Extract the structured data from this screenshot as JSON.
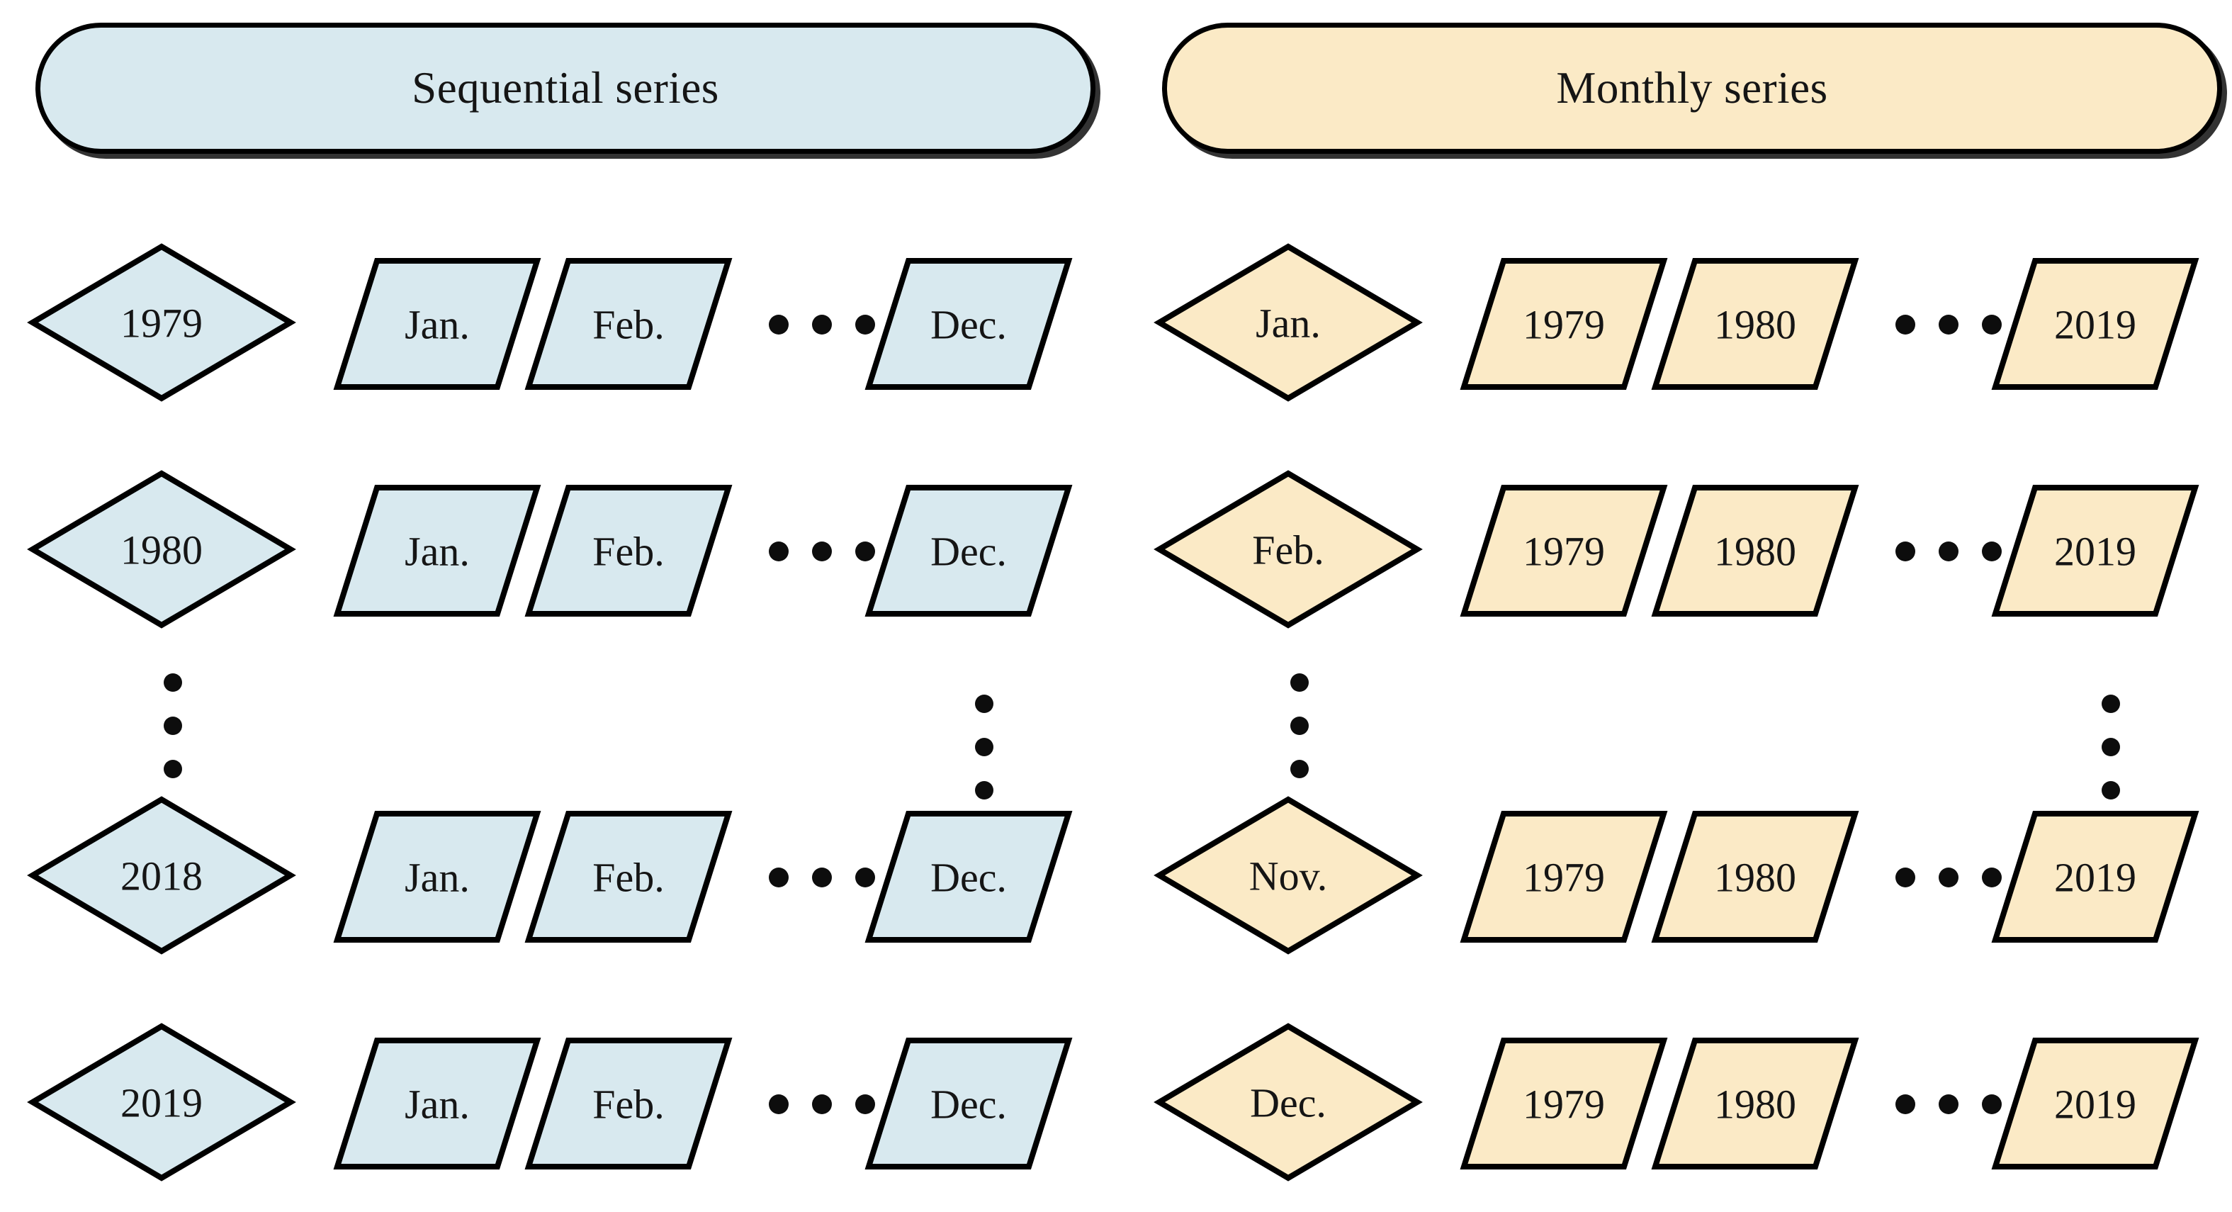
{
  "diagram": {
    "title_semantic": "sequential-vs-monthly-series-decomposition",
    "colors": {
      "sequential_fill": "#d8e9ef",
      "monthly_fill": "#fbeac6",
      "stroke": "#000000",
      "text": "#151515",
      "background": "#ffffff"
    },
    "ellipsis_glyph": "•"
  },
  "panels": [
    {
      "id": "sequential",
      "banner_label": "Sequential series",
      "fill": "#d8e9ef",
      "key_shape": "diamond",
      "item_shape": "parallelogram",
      "rows": [
        {
          "key": "1979",
          "items": [
            "Jan.",
            "Feb.",
            "Dec."
          ],
          "has_row_ellipsis": true
        },
        {
          "key": "1980",
          "items": [
            "Jan.",
            "Feb.",
            "Dec."
          ],
          "has_row_ellipsis": true
        },
        {
          "key": "2018",
          "items": [
            "Jan.",
            "Feb.",
            "Dec."
          ],
          "has_row_ellipsis": true
        },
        {
          "key": "2019",
          "items": [
            "Jan.",
            "Feb.",
            "Dec."
          ],
          "has_row_ellipsis": true
        }
      ],
      "vertical_ellipsis": {
        "after_row_index": 1,
        "columns": [
          "key-column",
          "last-item-column"
        ]
      }
    },
    {
      "id": "monthly",
      "banner_label": "Monthly series",
      "fill": "#fbeac6",
      "key_shape": "diamond",
      "item_shape": "parallelogram",
      "rows": [
        {
          "key": "Jan.",
          "items": [
            "1979",
            "1980",
            "2019"
          ],
          "has_row_ellipsis": true
        },
        {
          "key": "Feb.",
          "items": [
            "1979",
            "1980",
            "2019"
          ],
          "has_row_ellipsis": true
        },
        {
          "key": "Nov.",
          "items": [
            "1979",
            "1980",
            "2019"
          ],
          "has_row_ellipsis": true
        },
        {
          "key": "Dec.",
          "items": [
            "1979",
            "1980",
            "2019"
          ],
          "has_row_ellipsis": true
        }
      ],
      "vertical_ellipsis": {
        "after_row_index": 1,
        "columns": [
          "key-column",
          "last-item-column"
        ]
      }
    }
  ]
}
